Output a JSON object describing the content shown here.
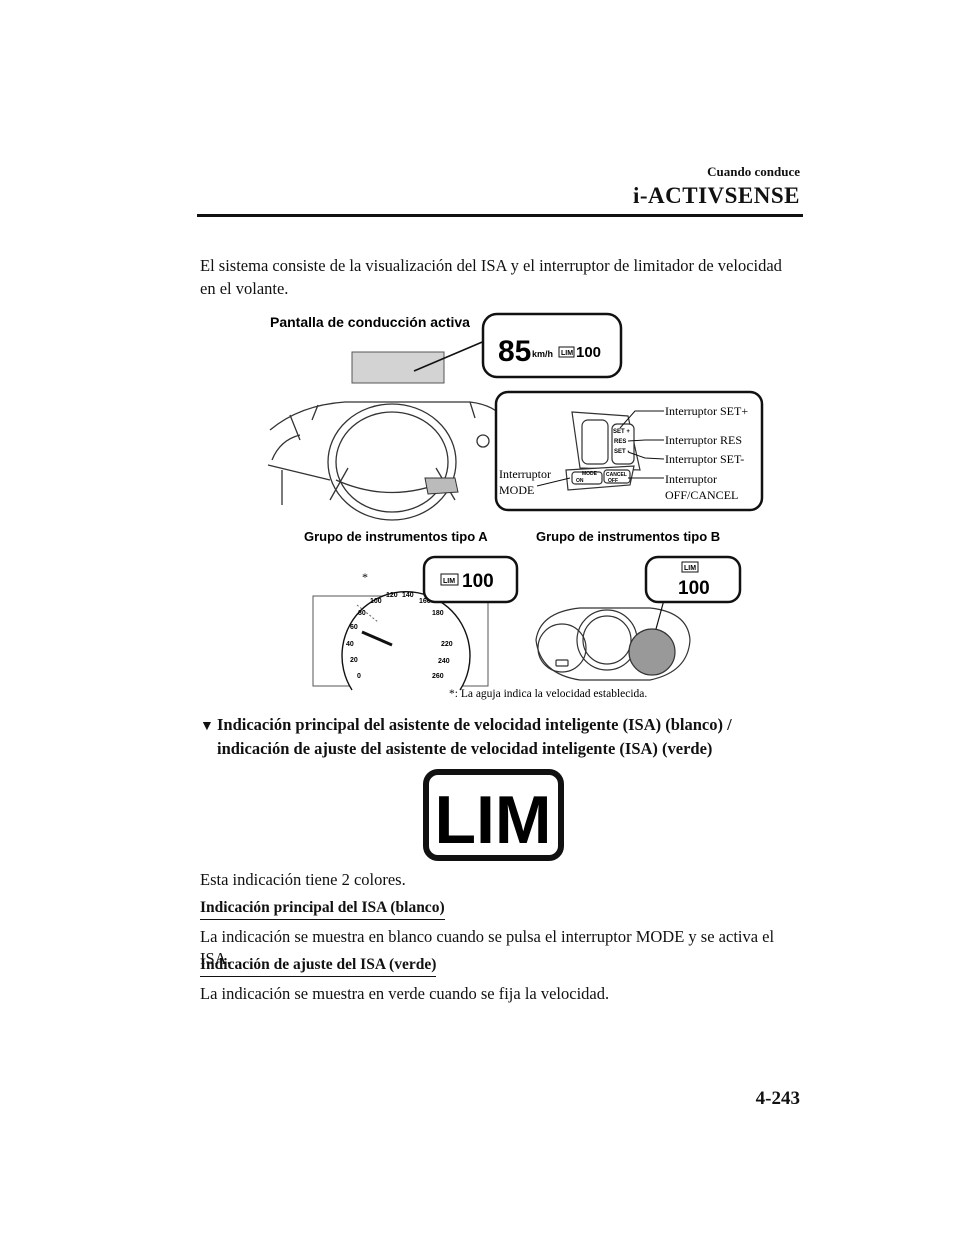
{
  "header": {
    "section": "Cuando conduce",
    "chapter": "i-ACTIVSENSE"
  },
  "intro": "El sistema consiste de la visualización del ISA y el interruptor de limitador de velocidad en el volante.",
  "figure": {
    "hud_label": "Pantalla de conducción activa",
    "hud_speed": "85",
    "hud_unit": "km/h",
    "lim_badge": "LIM",
    "hud_limit": "100",
    "switch_labels": {
      "set_plus": "Interruptor SET+",
      "res": "Interruptor RES",
      "set_minus": "Interruptor SET-",
      "mode_line1": "Interruptor",
      "mode_line2": "MODE",
      "off_line1": "Interruptor",
      "off_line2": "OFF/CANCEL"
    },
    "switch_buttons": {
      "set_plus": "SET +",
      "res": "RES",
      "set_minus": "SET -",
      "mode": "MODE",
      "on": "ON",
      "cancel": "CANCEL",
      "off": "OFF"
    },
    "cluster_a_label": "Grupo de instrumentos tipo A",
    "cluster_b_label": "Grupo de instrumentos tipo B",
    "cluster_a_limit": "100",
    "cluster_b_limit": "100",
    "speedo_ticks": [
      "0",
      "20",
      "40",
      "60",
      "80",
      "100",
      "120",
      "140",
      "160",
      "180",
      "220",
      "240",
      "260"
    ],
    "asterisk": "*",
    "footnote": "*: La aguja indica la velocidad establecida."
  },
  "heading": "Indicación principal del asistente de velocidad inteligente (ISA) (blanco) / indicación de ajuste del asistente de velocidad inteligente (ISA) (verde)",
  "big_icon_text": "LIM",
  "colors_note": "Esta indicación tiene 2 colores.",
  "white_title": "Indicación principal del ISA (blanco)",
  "white_text": "La indicación se muestra en blanco cuando se pulsa el interruptor MODE y se activa el ISA.",
  "green_title": "Indicación de ajuste del ISA (verde)",
  "green_text": "La indicación se muestra en verde cuando se fija la velocidad.",
  "page_number": "4-243"
}
